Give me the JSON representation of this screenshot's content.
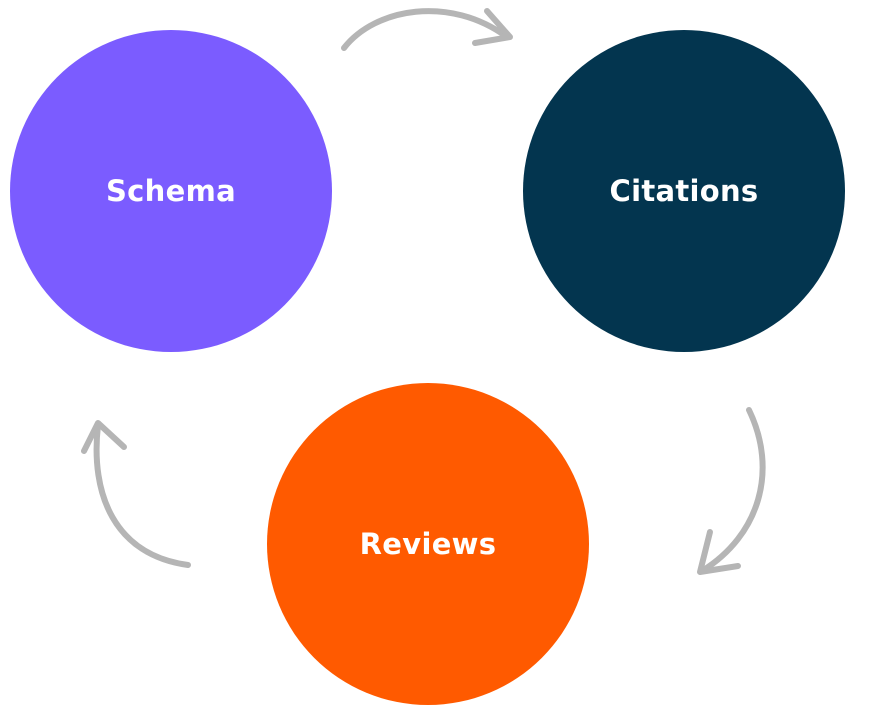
{
  "diagram": {
    "nodes": [
      {
        "id": "schema",
        "label": "Schema",
        "color": "#7b5cff"
      },
      {
        "id": "citations",
        "label": "Citations",
        "color": "#03354f"
      },
      {
        "id": "reviews",
        "label": "Reviews",
        "color": "#ff5a00"
      }
    ],
    "edges": [
      {
        "from": "schema",
        "to": "citations"
      },
      {
        "from": "citations",
        "to": "reviews"
      },
      {
        "from": "reviews",
        "to": "schema"
      }
    ],
    "arrow_color": "#b5b5b5",
    "background": "#ffffff"
  }
}
